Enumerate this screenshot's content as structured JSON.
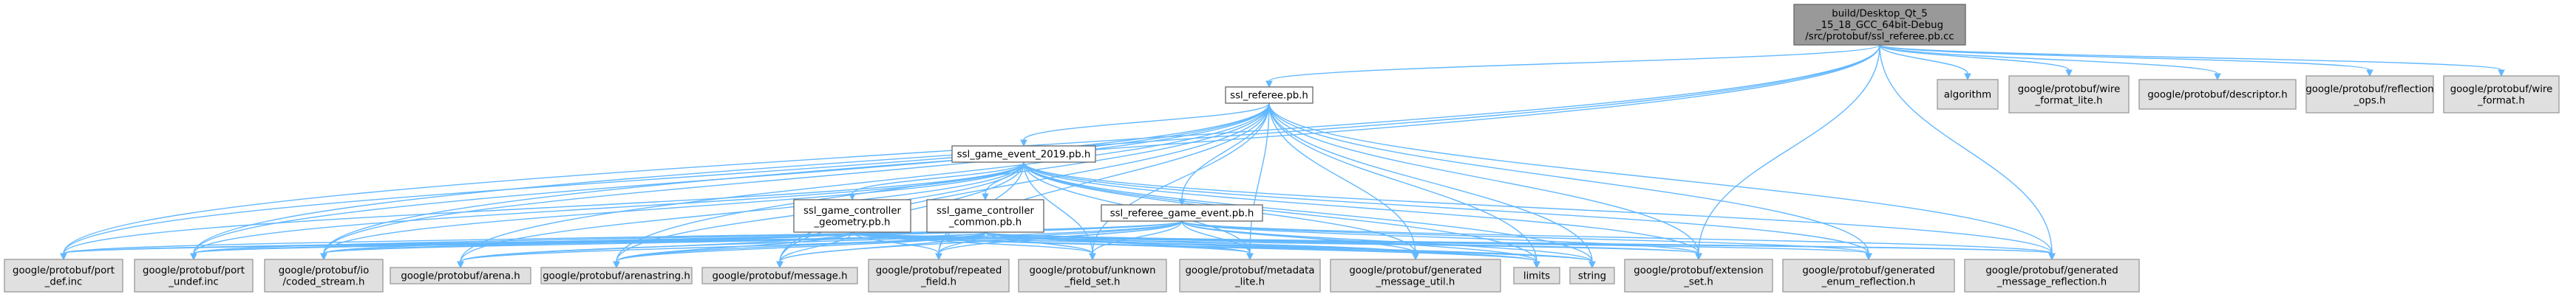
{
  "colors": {
    "edge": "#63b8ff",
    "root_fill": "#999999",
    "local_fill": "#ffffff",
    "system_fill": "#e0e0e0"
  },
  "nodes": {
    "root": [
      "build/Desktop_Qt_5",
      "_15_18_GCC_64bit-Debug",
      "/src/protobuf/ssl_referee.pb.cc"
    ],
    "ssl_referee_pb_h": [
      "ssl_referee.pb.h"
    ],
    "algorithm": [
      "algorithm"
    ],
    "wire_format_lite": [
      "google/protobuf/wire",
      "_format_lite.h"
    ],
    "descriptor": [
      "google/protobuf/descriptor.h"
    ],
    "reflection_ops": [
      "google/protobuf/reflection",
      "_ops.h"
    ],
    "wire_format": [
      "google/protobuf/wire",
      "_format.h"
    ],
    "ssl_game_event_2019": [
      "ssl_game_event_2019.pb.h"
    ],
    "ssl_gc_geometry": [
      "ssl_game_controller",
      "_geometry.pb.h"
    ],
    "ssl_gc_common": [
      "ssl_game_controller",
      "_common.pb.h"
    ],
    "ssl_referee_game_event": [
      "ssl_referee_game_event.pb.h"
    ],
    "port_def": [
      "google/protobuf/port",
      "_def.inc"
    ],
    "port_undef": [
      "google/protobuf/port",
      "_undef.inc"
    ],
    "coded_stream": [
      "google/protobuf/io",
      "/coded_stream.h"
    ],
    "arena": [
      "google/protobuf/arena.h"
    ],
    "arenastring": [
      "google/protobuf/arenastring.h"
    ],
    "message": [
      "google/protobuf/message.h"
    ],
    "repeated_field": [
      "google/protobuf/repeated",
      "_field.h"
    ],
    "unknown_field_set": [
      "google/protobuf/unknown",
      "_field_set.h"
    ],
    "metadata_lite": [
      "google/protobuf/metadata",
      "_lite.h"
    ],
    "generated_message_util": [
      "google/protobuf/generated",
      "_message_util.h"
    ],
    "limits": [
      "limits"
    ],
    "string": [
      "string"
    ],
    "extension_set": [
      "google/protobuf/extension",
      "_set.h"
    ],
    "generated_enum_reflection": [
      "google/protobuf/generated",
      "_enum_reflection.h"
    ],
    "generated_message_reflection": [
      "google/protobuf/generated",
      "_message_reflection.h"
    ]
  }
}
